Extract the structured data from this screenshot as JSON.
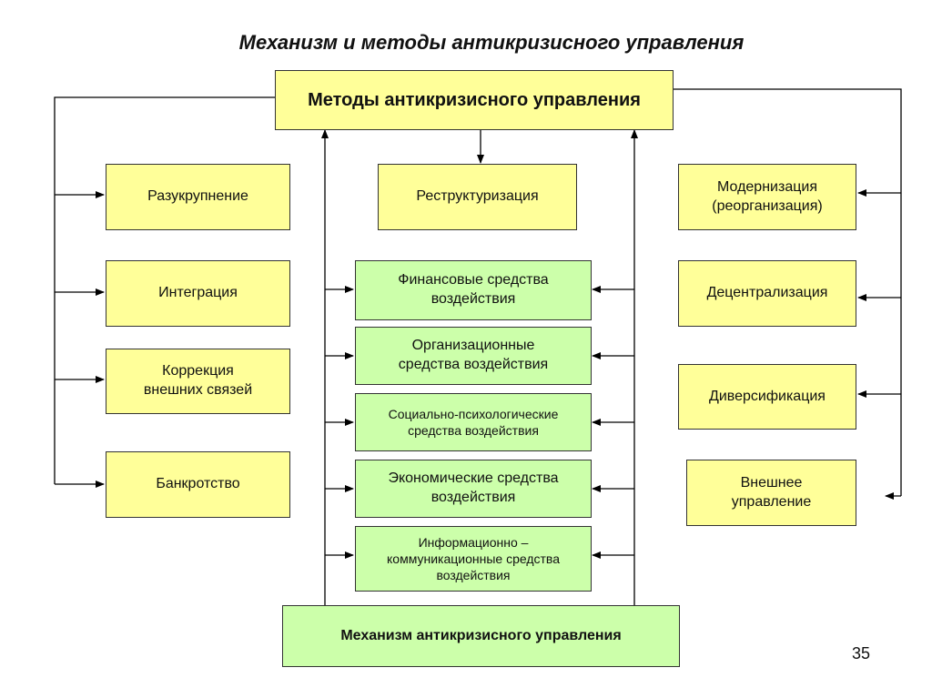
{
  "title": "Механизм и методы антикризисного управления",
  "root": "Методы антикризисного управления",
  "center_top": "Реструктуризация",
  "left": [
    "Разукрупнение",
    "Интеграция",
    "Коррекция внешних связей",
    "Банкротство"
  ],
  "right": [
    "Модернизация (реорганизация)",
    "Децентрализация",
    "Диверсификация",
    "Внешнее управление"
  ],
  "middle": [
    "Финансовые средства воздействия",
    "Организационные средства воздействия",
    "Социально-психологические средства воздействия",
    "Экономические средства воздействия",
    "Информационно – коммуникационные средства воздействия"
  ],
  "mechanism": "Механизм антикризисного управления",
  "page_number": "35",
  "colors": {
    "yellow_box": "#ffff99",
    "green_box": "#ccffaa",
    "line": "#000000"
  }
}
